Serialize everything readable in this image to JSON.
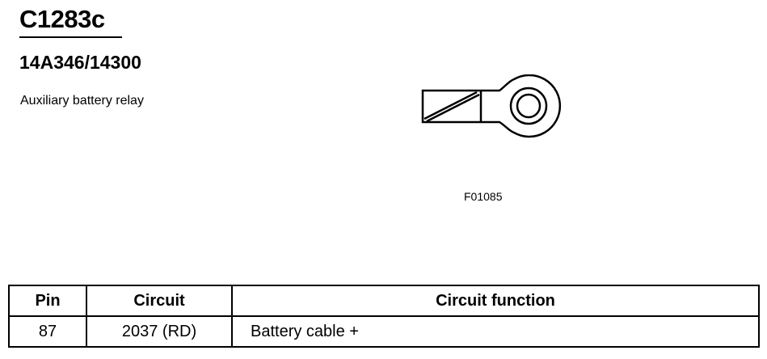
{
  "connector": {
    "id": "C1283c",
    "part_number": "14A346/14300",
    "description": "Auxiliary battery relay",
    "figure_code": "F01085"
  },
  "table": {
    "headers": [
      "Pin",
      "Circuit",
      "Circuit function"
    ],
    "rows": [
      {
        "pin": "87",
        "circuit": "2037 (RD)",
        "function": "Battery cable +"
      }
    ]
  }
}
